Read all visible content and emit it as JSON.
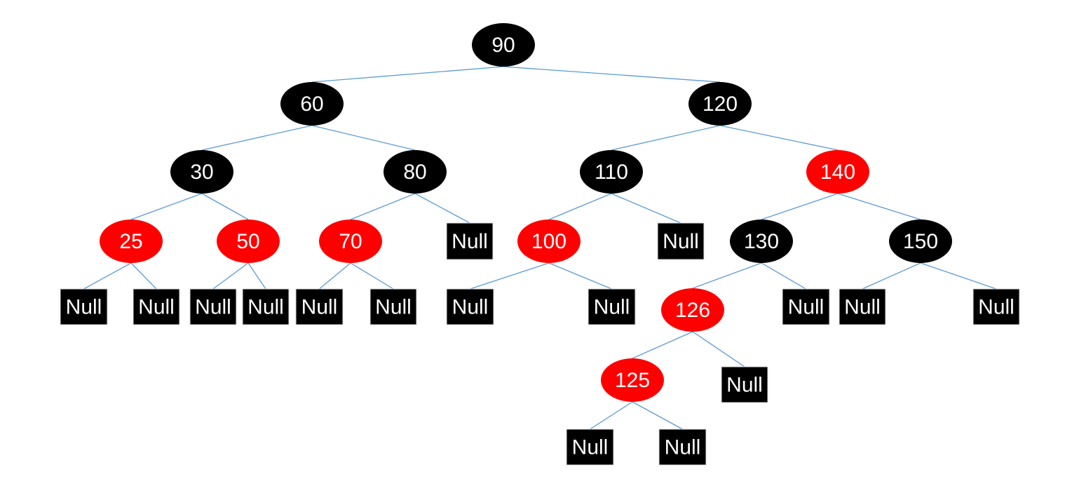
{
  "colors": {
    "black_node": "#000000",
    "red_node": "#ff0000",
    "null_box": "#000000",
    "edge": "#5b9bd5",
    "text": "#ffffff"
  },
  "tree": {
    "nodes": [
      {
        "id": "n90",
        "label": "90",
        "color": "black"
      },
      {
        "id": "n60",
        "label": "60",
        "color": "black"
      },
      {
        "id": "n120",
        "label": "120",
        "color": "black"
      },
      {
        "id": "n30",
        "label": "30",
        "color": "black"
      },
      {
        "id": "n80",
        "label": "80",
        "color": "black"
      },
      {
        "id": "n110",
        "label": "110",
        "color": "black"
      },
      {
        "id": "n140",
        "label": "140",
        "color": "red"
      },
      {
        "id": "n25",
        "label": "25",
        "color": "red"
      },
      {
        "id": "n50",
        "label": "50",
        "color": "red"
      },
      {
        "id": "n70",
        "label": "70",
        "color": "red"
      },
      {
        "id": "n100",
        "label": "100",
        "color": "red"
      },
      {
        "id": "n130",
        "label": "130",
        "color": "black"
      },
      {
        "id": "n150",
        "label": "150",
        "color": "black"
      },
      {
        "id": "n126",
        "label": "126",
        "color": "red"
      },
      {
        "id": "n125",
        "label": "125",
        "color": "red"
      }
    ],
    "null_label": "Null",
    "null_leaves": [
      "nl80r",
      "nl110r",
      "nl25l",
      "nl25r",
      "nl50l",
      "nl50r",
      "nl70l",
      "nl70r",
      "nl100l",
      "nl100r",
      "nl130r",
      "nl150l",
      "nl150r",
      "nl126r",
      "nl125l",
      "nl125r"
    ],
    "edges": [
      [
        "n90",
        "n60"
      ],
      [
        "n90",
        "n120"
      ],
      [
        "n60",
        "n30"
      ],
      [
        "n60",
        "n80"
      ],
      [
        "n120",
        "n110"
      ],
      [
        "n120",
        "n140"
      ],
      [
        "n30",
        "n25"
      ],
      [
        "n30",
        "n50"
      ],
      [
        "n80",
        "n70"
      ],
      [
        "n80",
        "nl80r"
      ],
      [
        "n110",
        "n100"
      ],
      [
        "n110",
        "nl110r"
      ],
      [
        "n140",
        "n130"
      ],
      [
        "n140",
        "n150"
      ],
      [
        "n25",
        "nl25l"
      ],
      [
        "n25",
        "nl25r"
      ],
      [
        "n50",
        "nl50l"
      ],
      [
        "n50",
        "nl50r"
      ],
      [
        "n70",
        "nl70l"
      ],
      [
        "n70",
        "nl70r"
      ],
      [
        "n100",
        "nl100l"
      ],
      [
        "n100",
        "nl100r"
      ],
      [
        "n130",
        "n126"
      ],
      [
        "n130",
        "nl130r"
      ],
      [
        "n150",
        "nl150l"
      ],
      [
        "n150",
        "nl150r"
      ],
      [
        "n126",
        "n125"
      ],
      [
        "n126",
        "nl126r"
      ],
      [
        "n125",
        "nl125l"
      ],
      [
        "n125",
        "nl125r"
      ]
    ]
  }
}
